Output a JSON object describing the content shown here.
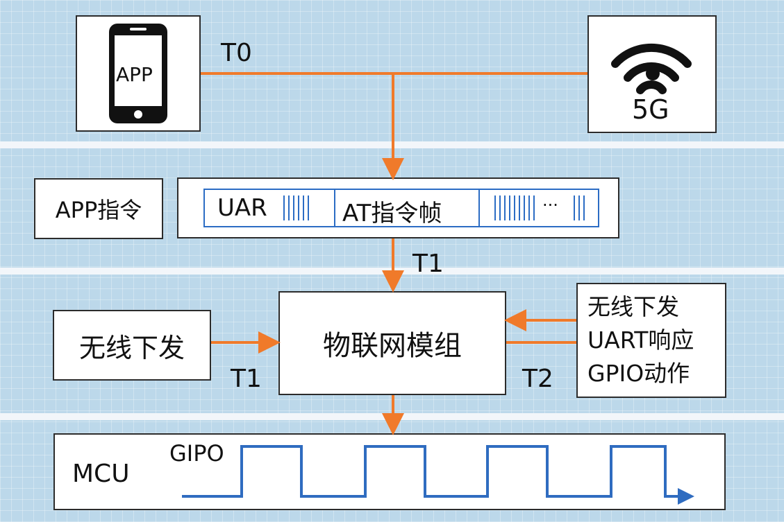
{
  "colors": {
    "arrow": "#f07a2a",
    "frame": "#2b6cc4",
    "signal": "#2f6cc0"
  },
  "phone": {
    "text": "APP",
    "icon": "smartphone-icon"
  },
  "network": {
    "text": "5G",
    "icon": "wifi-icon"
  },
  "labels": {
    "t0": "T0",
    "t1_top": "T1",
    "t1_left": "T1",
    "t2": "T2"
  },
  "app_cmd": {
    "text": "APP指令"
  },
  "frame": {
    "seg1": "UAR",
    "seg2": "AT指令帧",
    "seg3": "···"
  },
  "module": {
    "text": "物联网模组"
  },
  "left_input": {
    "text": "无线下发"
  },
  "right_box": {
    "lines": [
      "无线下发",
      "UART响应",
      "GPIO动作"
    ]
  },
  "mcu": {
    "text": "MCU",
    "signal_label": "GIPO"
  }
}
